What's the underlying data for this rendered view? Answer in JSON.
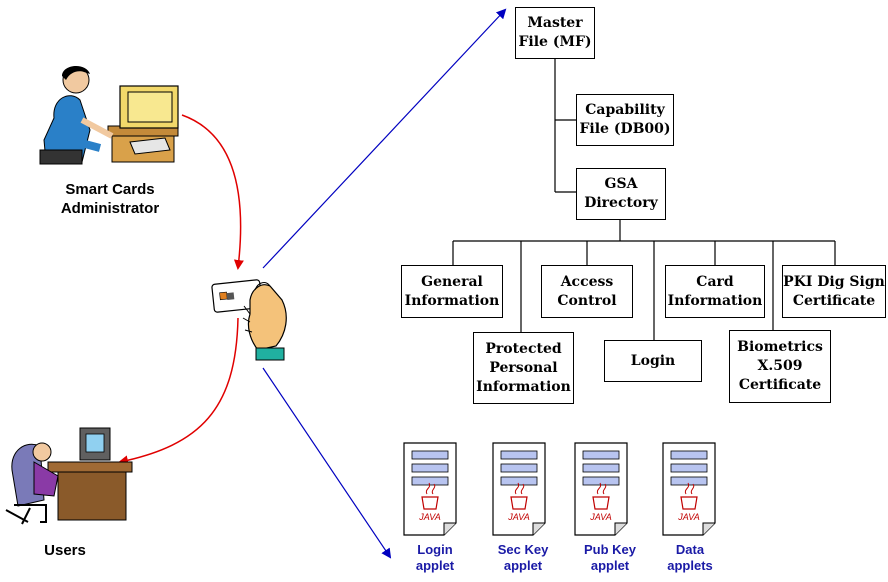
{
  "hierarchy": {
    "master_file": "Master\nFile (MF)",
    "capability_file": "Capability\nFile (DB00)",
    "gsa_directory": "GSA\nDirectory",
    "general_information": "General\nInformation",
    "protected_personal_information": "Protected\nPersonal\nInformation",
    "access_control": "Access\nControl",
    "login": "Login",
    "card_information": "Card\nInformation",
    "biometrics_certificate": "Biometrics\nX.509\nCertificate",
    "pki_dig_sign_certificate": "PKI Dig Sign\nCertificate"
  },
  "actors": {
    "administrator_label": "Smart Cards\nAdministrator",
    "users_label": "Users"
  },
  "applets": [
    {
      "label": "Login\napplet",
      "icon_text": "JAVA"
    },
    {
      "label": "Sec Key\napplet",
      "icon_text": "JAVA"
    },
    {
      "label": "Pub Key\napplet",
      "icon_text": "JAVA"
    },
    {
      "label": "Data\napplets",
      "icon_text": "JAVA"
    }
  ],
  "colors": {
    "arrow_red": "#e00000",
    "arrow_blue": "#0000c0",
    "applet_text": "#1a1aa6"
  }
}
